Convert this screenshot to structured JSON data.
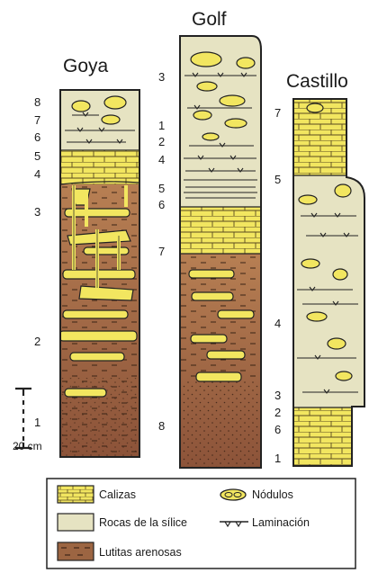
{
  "columns": {
    "goya": {
      "title": "Goya",
      "levels": [
        "8",
        "7",
        "6",
        "5",
        "4",
        "3",
        "2",
        "1"
      ]
    },
    "golf": {
      "title": "Golf",
      "levels": [
        "3",
        "1",
        "2",
        "4",
        "5",
        "6",
        "7",
        "8"
      ]
    },
    "castillo": {
      "title": "Castillo",
      "levels": [
        "7",
        "5",
        "4",
        "3",
        "2",
        "6",
        "1"
      ]
    }
  },
  "scale_bar": {
    "label": "20 cm"
  },
  "legend": {
    "calizas": "Calizas",
    "rocas_silice": "Rocas de la sílice",
    "lutitas": "Lutitas arenosas",
    "nodulos": "Nódulos",
    "laminacion": "Laminación"
  },
  "colors": {
    "calizas": "#f2e660",
    "rocas_silice": "#e6e3c2",
    "lutitas_top": "#b77f53",
    "lutitas_bottom": "#8c5339",
    "outline": "#222222"
  }
}
